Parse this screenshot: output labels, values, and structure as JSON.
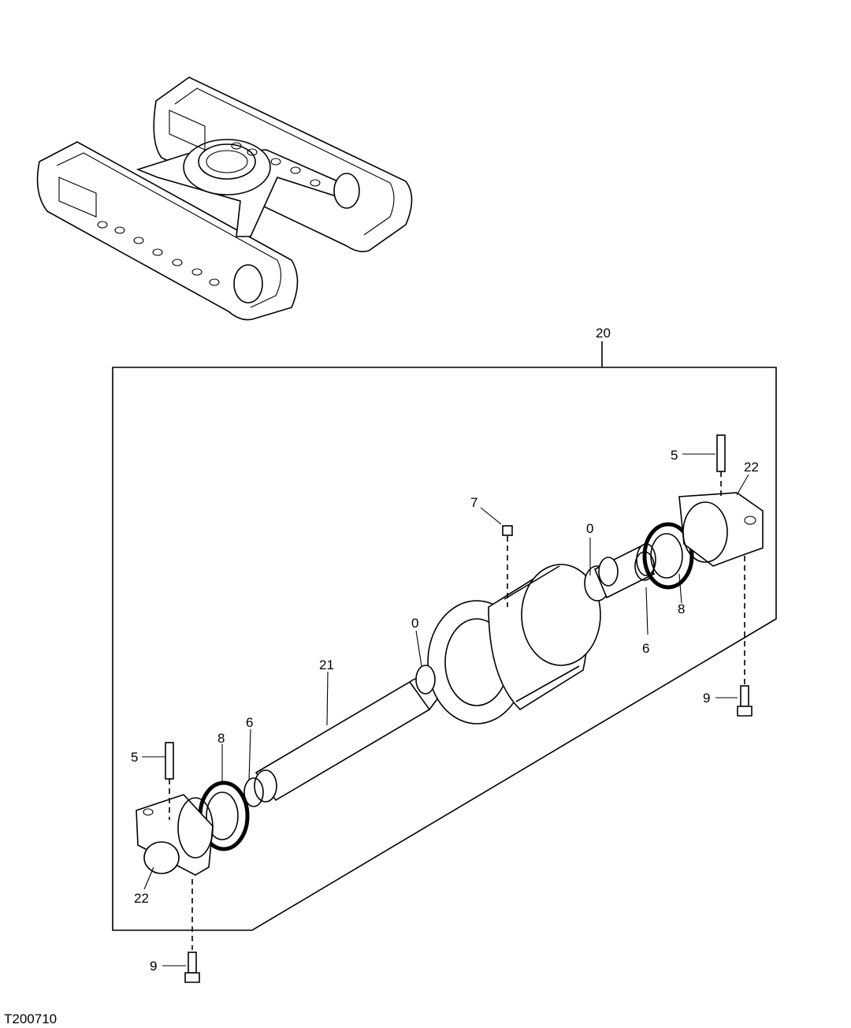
{
  "figure_id": "T200710",
  "callouts": {
    "assembly": "20",
    "shaft": "21",
    "pin_right": "5",
    "pin_left": "5",
    "collar_right": "22",
    "collar_left": "22",
    "plug": "7",
    "oring_center_right": "0",
    "oring_center_left": "0",
    "ring_right": "6",
    "ring_left": "6",
    "seal_right": "8",
    "seal_left": "8",
    "bolt_right": "9",
    "bolt_left": "9"
  }
}
